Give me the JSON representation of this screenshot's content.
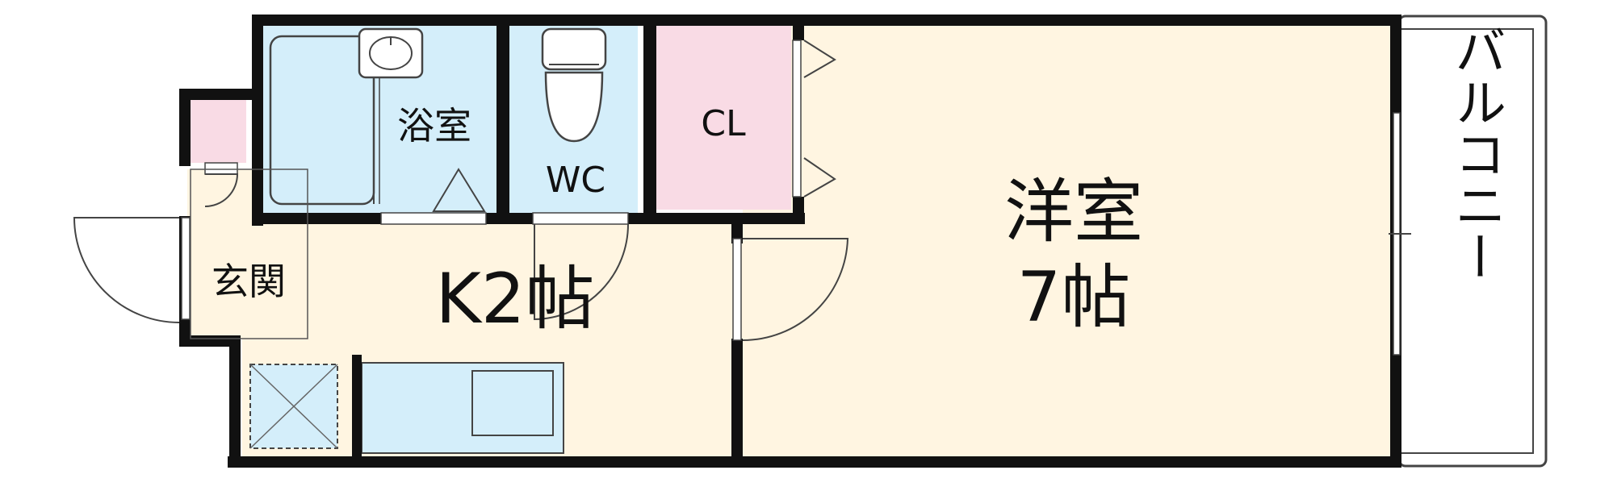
{
  "rooms": {
    "bath": "浴室",
    "wc": "WC",
    "closet": "CL",
    "entrance": "玄関",
    "kitchen": "K2帖",
    "western_name": "洋室",
    "western_size": "7帖",
    "balcony": "バルコニー"
  },
  "colors": {
    "wall": "#111111",
    "floor": "#fff5e1",
    "wet_area": "#d4eefa",
    "closet": "#f9dbe5",
    "balcony": "#ffffff"
  }
}
